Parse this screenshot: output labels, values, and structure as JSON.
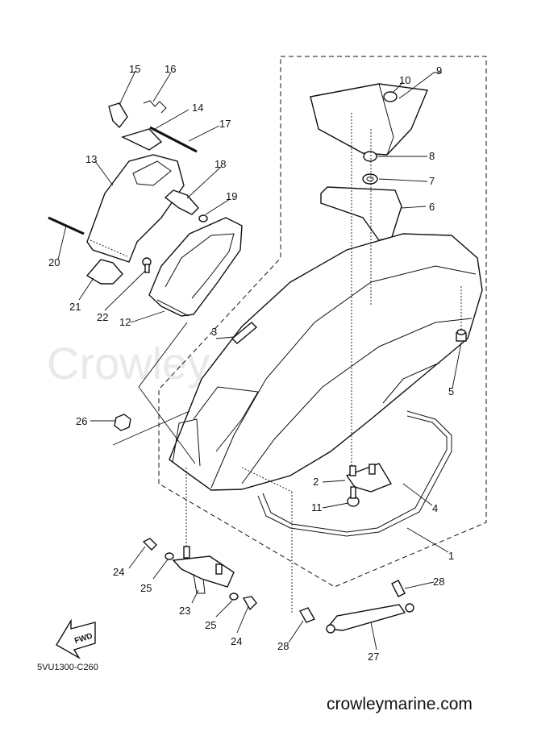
{
  "watermark": "Crowley Marine",
  "site": "crowleymarine.com",
  "diagram_code": "5VU1300-C260",
  "fwd_label": "FWD",
  "callouts": {
    "c1": "1",
    "c2": "2",
    "c3": "3",
    "c4": "4",
    "c5": "5",
    "c6": "6",
    "c7": "7",
    "c8": "8",
    "c9": "9",
    "c10": "10",
    "c11": "11",
    "c12": "12",
    "c13": "13",
    "c14": "14",
    "c15": "15",
    "c16": "16",
    "c17": "17",
    "c18": "18",
    "c19": "19",
    "c20": "20",
    "c21": "21",
    "c22": "22",
    "c23": "23",
    "c24a": "24",
    "c24b": "24",
    "c25a": "25",
    "c25b": "25",
    "c26": "26",
    "c27": "27",
    "c28a": "28",
    "c28b": "28"
  }
}
